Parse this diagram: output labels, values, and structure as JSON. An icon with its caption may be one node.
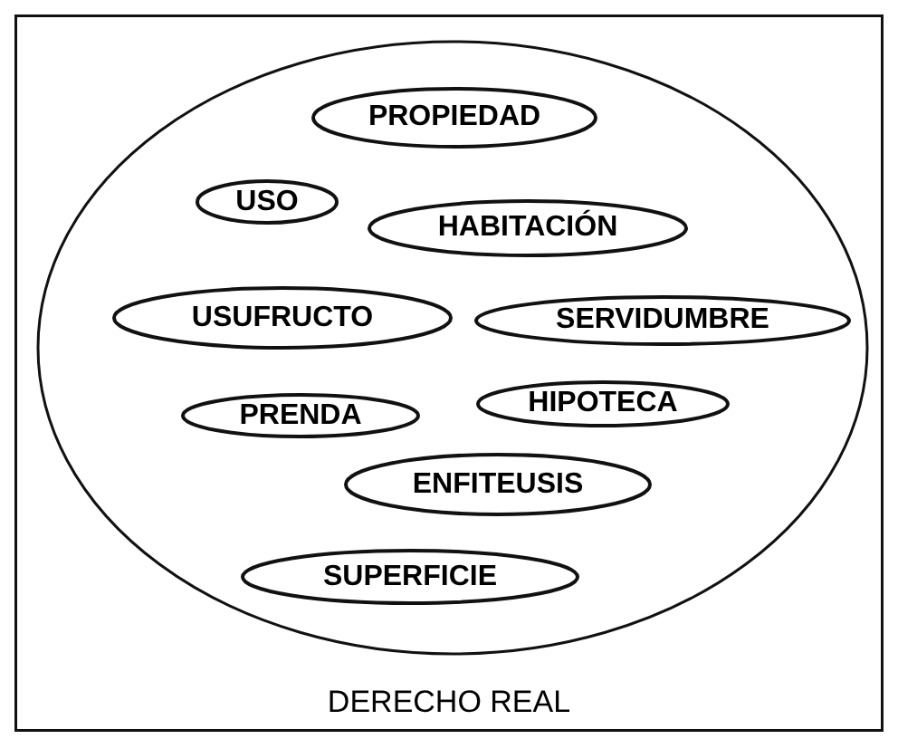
{
  "diagram": {
    "nodes": [
      {
        "text": [
          "DERECHO REAL"
        ]
      },
      {
        "text": [],
        "shape": "circle",
        "in": 0
      },
      {
        "text": [
          "PROPIEDAD"
        ],
        "in": 1
      },
      {
        "text": [
          "USO"
        ],
        "in": 1
      },
      {
        "text": [
          "HABITACIÓN"
        ],
        "in": 1
      },
      {
        "text": [
          "USUFRUCTO"
        ],
        "in": 1
      },
      {
        "text": [
          "SERVIDUMBRE"
        ],
        "in": 1
      },
      {
        "text": [
          "PRENDA"
        ],
        "in": 1
      },
      {
        "text": [
          "HIPOTECA"
        ],
        "in": 1
      },
      {
        "text": [
          "ENFITEUSIS"
        ],
        "in": 1
      },
      {
        "text": [
          "SUPERFICIE"
        ],
        "in": 1
      }
    ],
    "edges": []
  }
}
